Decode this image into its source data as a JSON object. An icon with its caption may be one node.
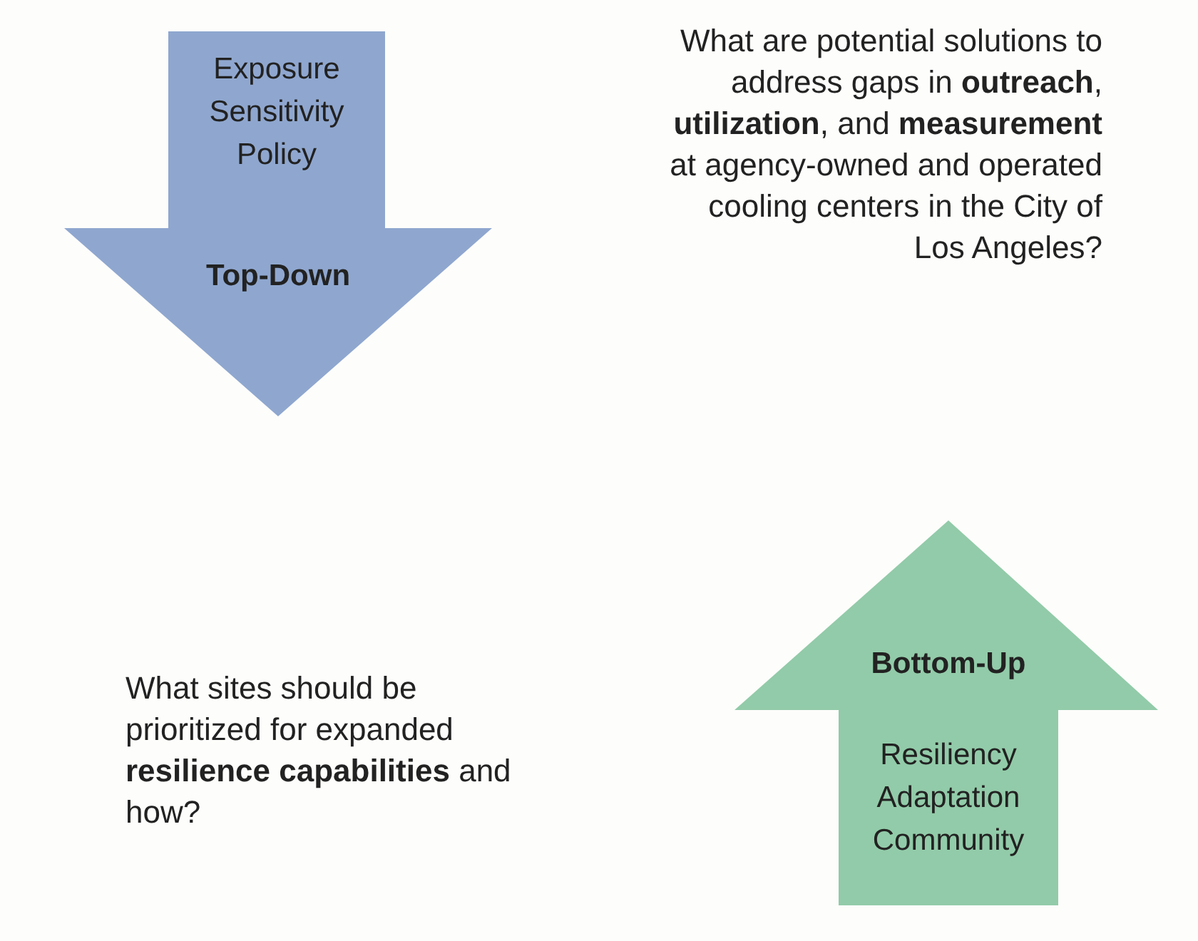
{
  "diagram": {
    "nodes": [
      {
        "text": [
          "Exposure Sensitivity Policy",
          "Top-Down"
        ]
      },
      {
        "text": [
          "Bottom-Up",
          "Resiliency Adaptation Community"
        ]
      }
    ],
    "edges": [],
    "labels": [
      "What are potential solutions to address gaps in **outreach**, **utilization**, and **measurement** at agency-owned and operated cooling centers in the City of Los Angeles?",
      "What sites should be prioritized for expanded **resilience capabilities** and how?"
    ]
  }
}
